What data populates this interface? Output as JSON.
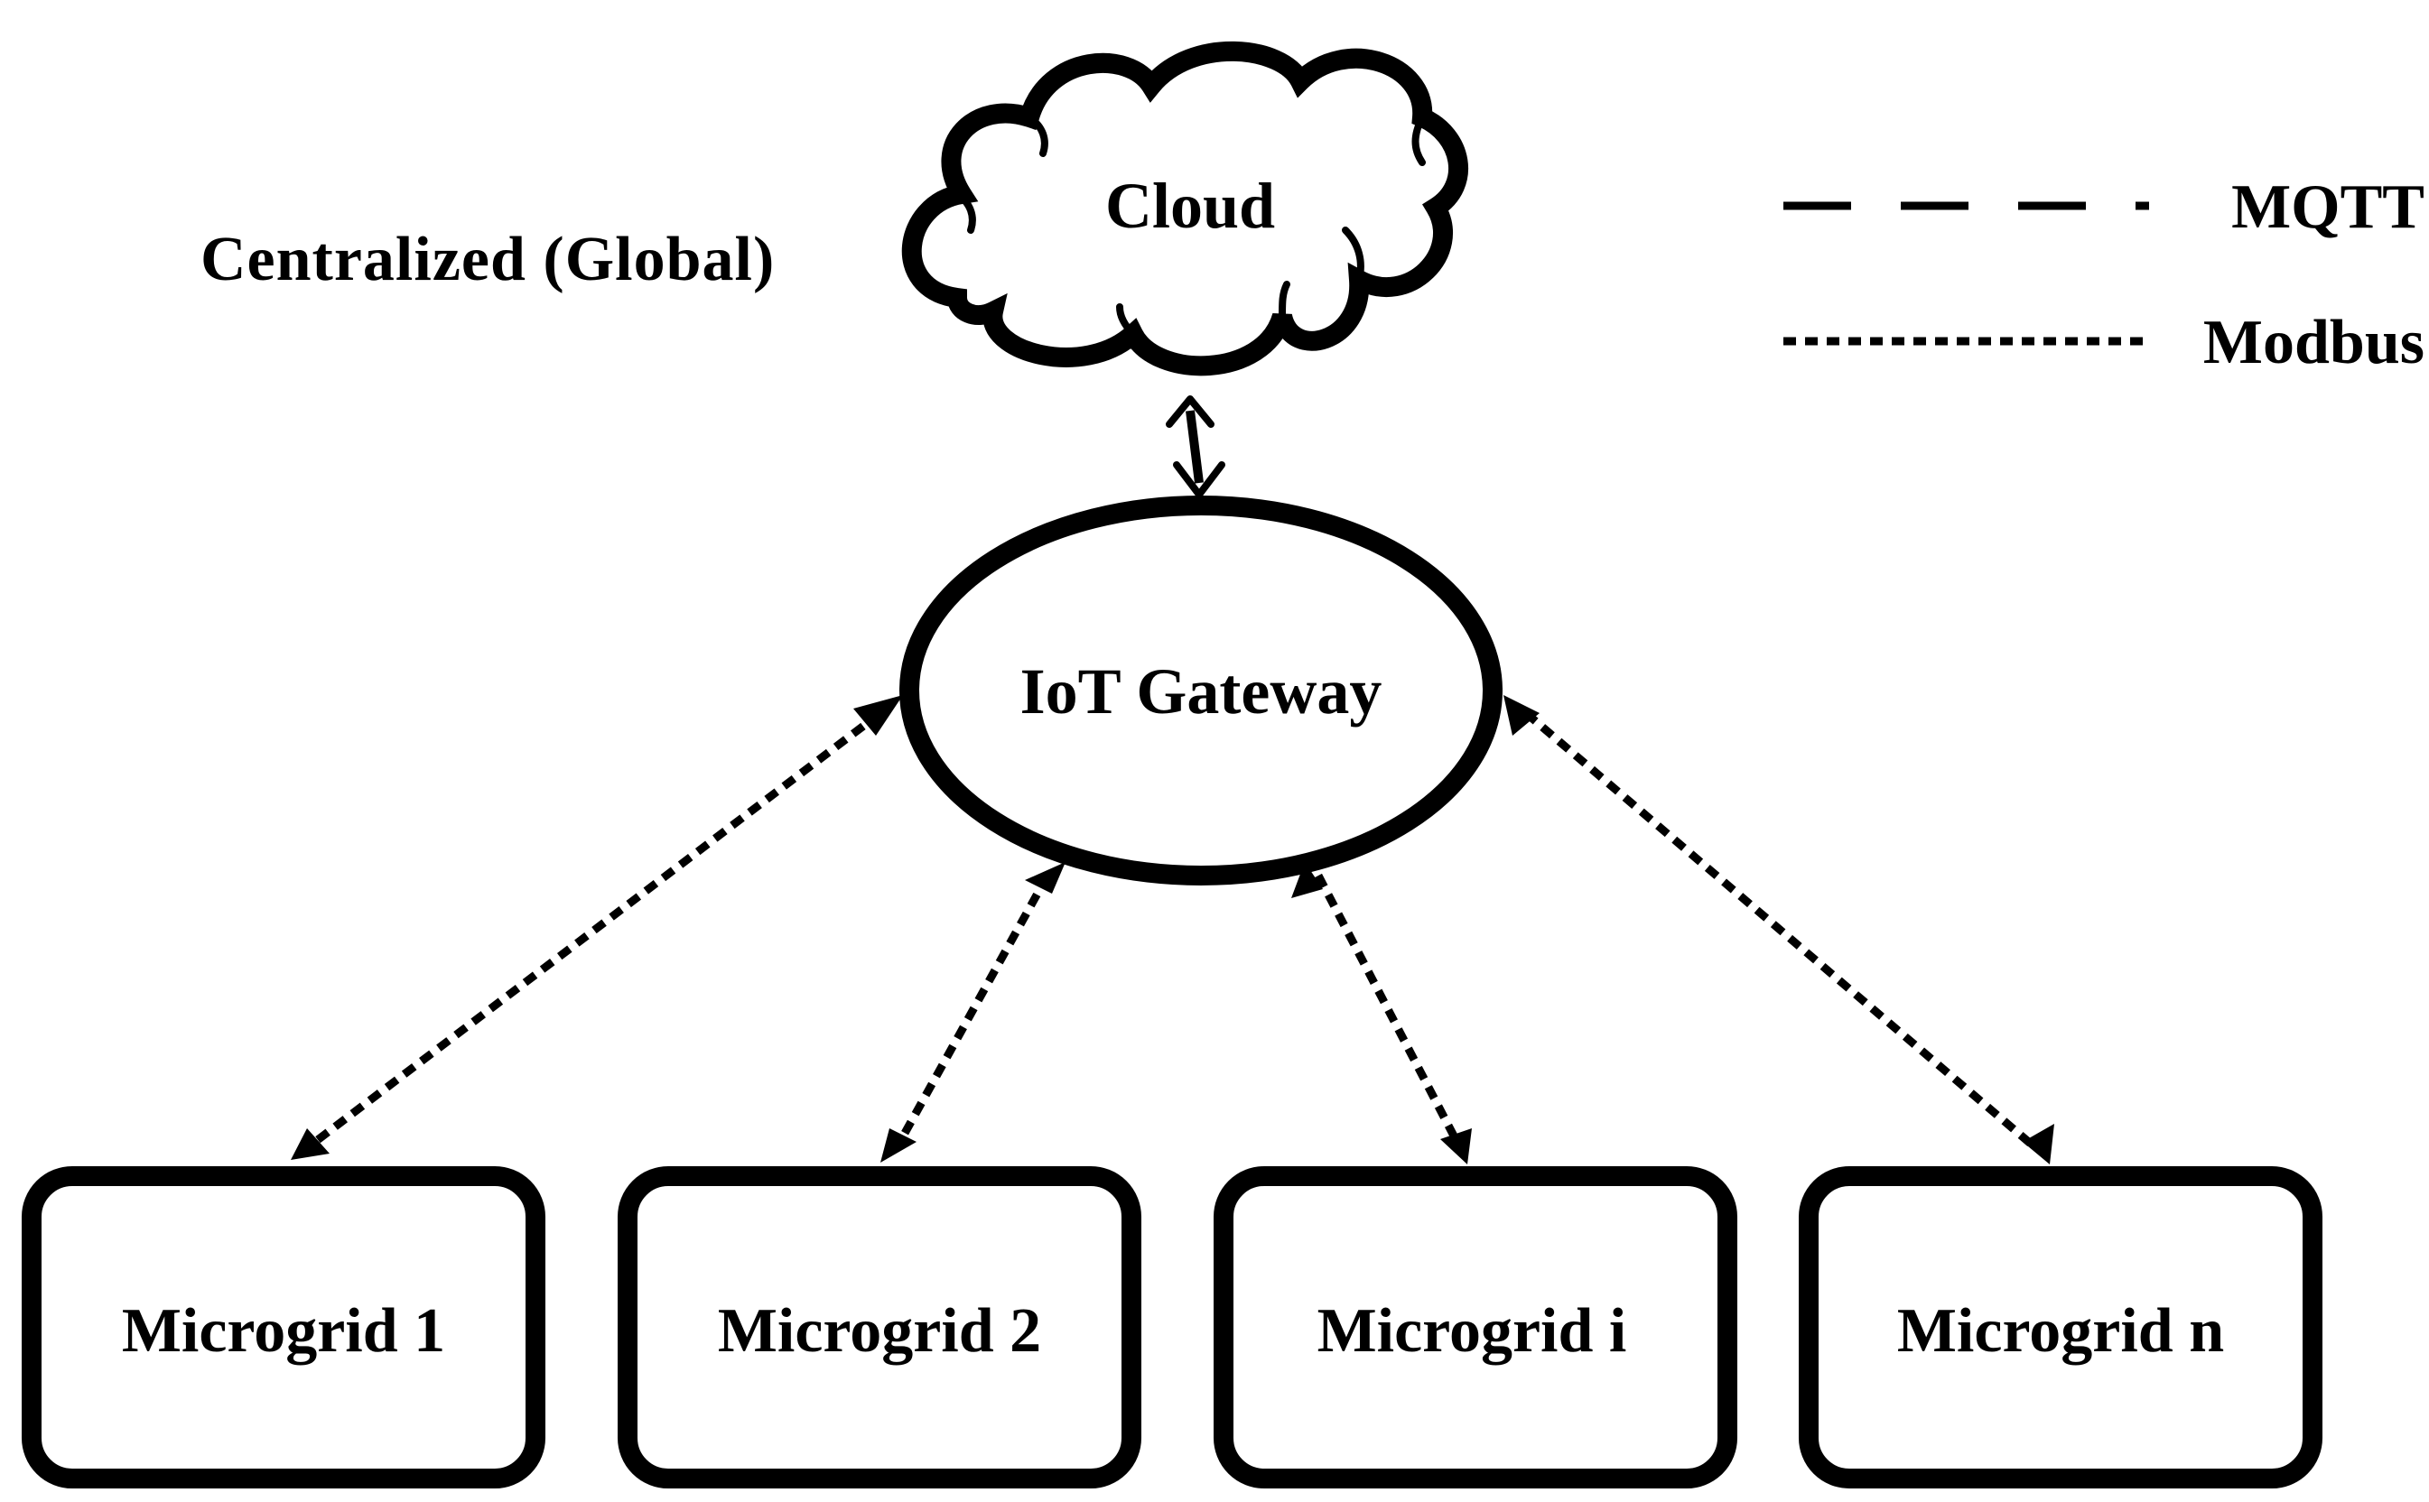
{
  "diagram": {
    "title": "Centralized (Global)",
    "cloud_label": "Cloud",
    "gateway_label": "IoT Gateway",
    "microgrids": [
      {
        "label": "Microgrid 1"
      },
      {
        "label": "Microgrid 2"
      },
      {
        "label": "Microgrid i"
      },
      {
        "label": "Microgrid n"
      }
    ]
  },
  "legend": {
    "mqtt_label": "MQTT",
    "modbus_label": "Modbus"
  },
  "colors": {
    "stroke": "#000000",
    "background": "#ffffff"
  }
}
